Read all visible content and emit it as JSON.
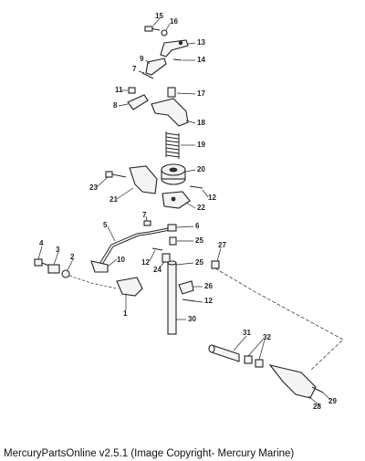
{
  "caption": "MercuryPartsOnline v2.5.1 (Image Copyright- Mercury Marine)",
  "callouts": [
    "15",
    "16",
    "13",
    "14",
    "9",
    "7",
    "11",
    "8",
    "17",
    "18",
    "19",
    "20",
    "23",
    "21",
    "12",
    "22",
    "7",
    "6",
    "5",
    "25",
    "4",
    "3",
    "2",
    "12",
    "24",
    "25",
    "10",
    "27",
    "26",
    "12",
    "1",
    "30",
    "31",
    "32",
    "29",
    "28"
  ],
  "icons": [
    "exploded-parts-diagram"
  ]
}
